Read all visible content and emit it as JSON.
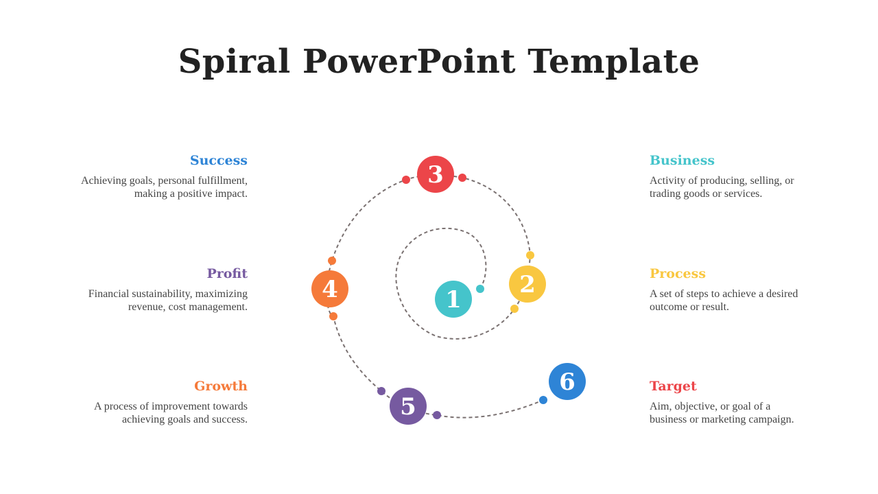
{
  "title": "Spiral PowerPoint Template",
  "colors": {
    "teal": "#45C4CB",
    "yellow": "#F9C740",
    "red": "#EC4549",
    "orange": "#F57A3A",
    "purple": "#765AA0",
    "blue": "#2E84D6",
    "path": "#7A7171"
  },
  "steps": [
    {
      "number": "1",
      "color": "#45C4CB"
    },
    {
      "number": "2",
      "color": "#F9C740"
    },
    {
      "number": "3",
      "color": "#EC4549"
    },
    {
      "number": "4",
      "color": "#F57A3A"
    },
    {
      "number": "5",
      "color": "#765AA0"
    },
    {
      "number": "6",
      "color": "#2E84D6"
    }
  ],
  "left": [
    {
      "heading": "Success",
      "color": "#2E84D6",
      "desc1": "Achieving goals, personal fulfillment,",
      "desc2": "making a positive impact."
    },
    {
      "heading": "Profit",
      "color": "#765AA0",
      "desc1": "Financial sustainability, maximizing",
      "desc2": "revenue, cost management."
    },
    {
      "heading": "Growth",
      "color": "#F57A3A",
      "desc1": "A process of improvement towards",
      "desc2": "achieving goals and success."
    }
  ],
  "right": [
    {
      "heading": "Business",
      "color": "#45C4CB",
      "desc1": "Activity of producing, selling, or",
      "desc2": "trading goods or services."
    },
    {
      "heading": "Process",
      "color": "#F9C740",
      "desc1": "A set of steps to achieve a desired",
      "desc2": "outcome or result."
    },
    {
      "heading": "Target",
      "color": "#EC4549",
      "desc1": "Aim, objective, or goal of a",
      "desc2": "business or marketing campaign."
    }
  ]
}
